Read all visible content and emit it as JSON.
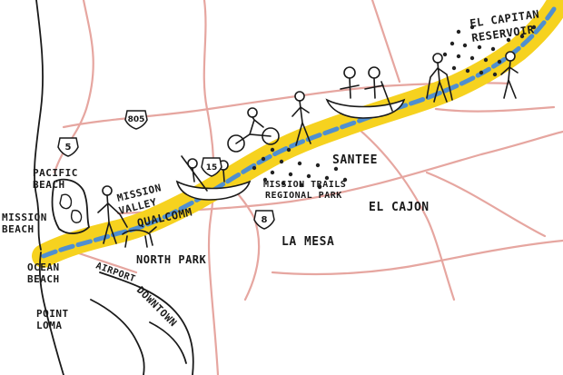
{
  "places": {
    "el_capitan_1": "EL CAPITAN",
    "el_capitan_2": "RESERVOIR",
    "pacific_beach_1": "PACIFIC",
    "pacific_beach_2": "BEACH",
    "mission_beach_1": "MISSION",
    "mission_beach_2": "BEACH",
    "mission_valley_1": "MISSION",
    "mission_valley_2": "VALLEY",
    "qualcomm": "QUALCOMM",
    "santee": "SANTEE",
    "mission_trails_1": "MISSION TRAILS",
    "mission_trails_2": "REGIONAL PARK",
    "el_cajon": "EL CAJON",
    "la_mesa": "LA MESA",
    "north_park": "NORTH PARK",
    "ocean_beach_1": "OCEAN",
    "ocean_beach_2": "BEACH",
    "airport": "AIRPORT",
    "point_loma_1": "POINT",
    "point_loma_2": "LOMA",
    "downtown": "DOWNTOWN"
  },
  "highways": {
    "i805": "805",
    "i5": "5",
    "i15": "15",
    "i8": "8"
  },
  "colors": {
    "river": "#4f8fd0",
    "corridor": "#f6d21f",
    "roads": "#e6a6a0",
    "ink": "#1a1a1a"
  }
}
